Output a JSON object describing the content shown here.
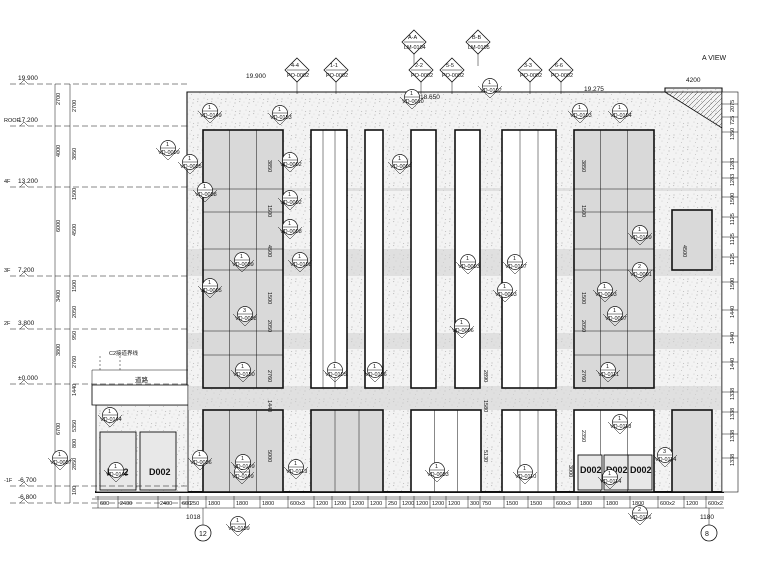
{
  "view_title": "A VIEW",
  "levels": [
    {
      "label": "",
      "elev": "19.900"
    },
    {
      "label": "ROOF",
      "elev": "17.200"
    },
    {
      "label": "4F",
      "elev": "13.200"
    },
    {
      "label": "3F",
      "elev": "7.200"
    },
    {
      "label": "2F",
      "elev": "3.800"
    },
    {
      "label": "",
      "elev": "±0.000"
    },
    {
      "label": "-1F",
      "elev": "-6.700"
    },
    {
      "label": "",
      "elev": "-6.800"
    }
  ],
  "top_elevations": [
    "19.900",
    "18.650",
    "19.275"
  ],
  "left_dims_outer": [
    "2700",
    "4000",
    "6000",
    "3400",
    "3800",
    "6700"
  ],
  "left_dims_inner": [
    "2700",
    "3850",
    "1500",
    "4500",
    "1500",
    "2050",
    "950",
    "2760",
    "1440",
    "5350",
    "800",
    "2850",
    "100"
  ],
  "right_dims": [
    "2075",
    "725",
    "1350",
    "1283",
    "1283",
    "1500",
    "1125",
    "1125",
    "1125",
    "1500",
    "1440",
    "1440",
    "1440",
    "1338",
    "1338",
    "1338",
    "1338"
  ],
  "right_top_dim": "4200",
  "bottom_dims": [
    "600",
    "2400",
    "2400",
    "600",
    "250",
    "1800",
    "1800",
    "1800",
    "600x3",
    "1200",
    "1200",
    "1200",
    "1200",
    "250",
    "1200",
    "1200",
    "1200",
    "1200",
    "300",
    "750",
    "1500",
    "1500",
    "600x3",
    "1800",
    "1800",
    "1800",
    "600x2",
    "1200",
    "600x2"
  ],
  "bottom_extra_left": "1018",
  "bottom_extra_right": "1180",
  "axis_labels": [
    "12",
    "8"
  ],
  "door_labels": [
    "D002",
    "D002",
    "D002",
    "D002",
    "D002"
  ],
  "road_label": "道路",
  "boundary_label": "C2接道界线",
  "section_markers": [
    {
      "num": "A-A",
      "ref": "LM-0104"
    },
    {
      "num": "B-B",
      "ref": "LM-0105"
    },
    {
      "num": "4-4",
      "ref": "PO-0002"
    },
    {
      "num": "1-1",
      "ref": "PO-0002"
    },
    {
      "num": "2-2",
      "ref": "PO-0002"
    },
    {
      "num": "5-5",
      "ref": "PO-0002"
    },
    {
      "num": "3-3",
      "ref": "PO-0002"
    },
    {
      "num": "6-6",
      "ref": "PO-0002"
    }
  ],
  "detail_callouts": [
    {
      "num": "1",
      "ref": "VD-0149"
    },
    {
      "num": "1",
      "ref": "VD-0153"
    },
    {
      "num": "1",
      "ref": "VD-0009"
    },
    {
      "num": "1",
      "ref": "VD-0035"
    },
    {
      "num": "1",
      "ref": "VD-0002"
    },
    {
      "num": "1",
      "ref": "VD-0002"
    },
    {
      "num": "1",
      "ref": "VD-0004"
    },
    {
      "num": "1",
      "ref": "VD-0038"
    },
    {
      "num": "1",
      "ref": "VD-0008"
    },
    {
      "num": "1",
      "ref": "VD-0039"
    },
    {
      "num": "1",
      "ref": "VD-0108"
    },
    {
      "num": "1",
      "ref": "VD-0010"
    },
    {
      "num": "1",
      "ref": "VD-0102"
    },
    {
      "num": "1",
      "ref": "VD-0149"
    },
    {
      "num": "1",
      "ref": "VD-0003"
    },
    {
      "num": "1",
      "ref": "VD-0107"
    },
    {
      "num": "2",
      "ref": "VD-0001"
    },
    {
      "num": "1",
      "ref": "VD-0005"
    },
    {
      "num": "3",
      "ref": "VD-0038"
    },
    {
      "num": "1",
      "ref": "VD-0003"
    },
    {
      "num": "1",
      "ref": "VD-0003"
    },
    {
      "num": "1",
      "ref": "VD-0006"
    },
    {
      "num": "1",
      "ref": "VD-0007"
    },
    {
      "num": "1",
      "ref": "VD-0150"
    },
    {
      "num": "1",
      "ref": "VD-0105"
    },
    {
      "num": "1",
      "ref": "VD-0106"
    },
    {
      "num": "1",
      "ref": "VD-0111"
    },
    {
      "num": "1",
      "ref": "VD-0144"
    },
    {
      "num": "1",
      "ref": "VD-0037"
    },
    {
      "num": "1",
      "ref": "VD-0143"
    },
    {
      "num": "1",
      "ref": "VD-0036"
    },
    {
      "num": "1",
      "ref": "VD-0149"
    },
    {
      "num": "1",
      "ref": "VD-0113"
    },
    {
      "num": "1",
      "ref": "VD-0033"
    },
    {
      "num": "1",
      "ref": "VD-0118"
    },
    {
      "num": "1",
      "ref": "VD-0114"
    },
    {
      "num": "3",
      "ref": "VD-0114"
    },
    {
      "num": "2",
      "ref": "VD-0116"
    },
    {
      "num": "1",
      "ref": "VD-0139"
    },
    {
      "num": "1",
      "ref": "VD-0103"
    },
    {
      "num": "1",
      "ref": "VD-0104"
    },
    {
      "num": "1",
      "ref": "VD-0109"
    },
    {
      "num": "1",
      "ref": "VD-0110"
    }
  ],
  "window_height_labels": [
    "3850",
    "1500",
    "4500",
    "1500",
    "2050",
    "2760",
    "1440",
    "5000",
    "4500",
    "1500",
    "2050",
    "2760",
    "2890",
    "1580",
    "5130",
    "3850",
    "1500",
    "2350",
    "3000"
  ]
}
